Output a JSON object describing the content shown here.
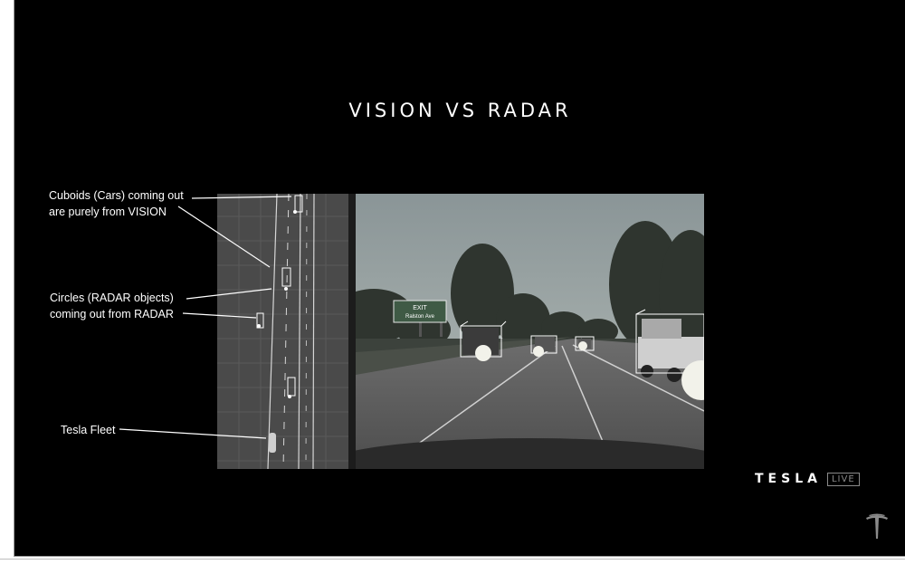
{
  "slide": {
    "title": "VISION VS RADAR",
    "annotations": {
      "cuboids_line1": "Cuboids (Cars) coming out",
      "cuboids_line2": "are purely from VISION",
      "circles_line1": "Circles (RADAR objects)",
      "circles_line2": "coming out from RADAR",
      "fleet": "Tesla Fleet"
    },
    "brand": {
      "name": "TESLA",
      "badge": "LIVE",
      "logo_icon": "tesla-t-logo-icon"
    },
    "road_sign": {
      "line1": "EXIT",
      "line2": "Ralston Ave"
    }
  },
  "colors": {
    "background": "#000000",
    "text": "#ffffff",
    "map_panel": "#4a4a4a",
    "badge_border": "#8a8a8a"
  }
}
